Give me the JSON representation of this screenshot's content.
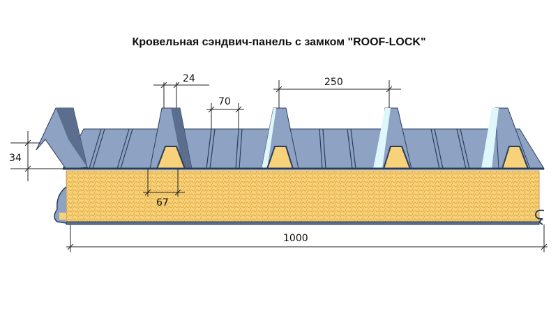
{
  "title": "Кровельная сэндвич-панель с замком \"ROOF-LOCK\"",
  "dimensions": {
    "rib_top_width": "24",
    "minor_rib_width": "70",
    "rib_pitch": "250",
    "rib_height": "34",
    "rib_base_width": "67",
    "panel_width": "1000"
  },
  "colors": {
    "metal": "#8ea3c4",
    "metal_dark": "#5b6e8e",
    "metal_edge": "#2b3c5a",
    "metal_light": "#dff6fb",
    "foam": "#f7d27a",
    "foam_pattern": "#d99a2e",
    "line": "#222222"
  }
}
